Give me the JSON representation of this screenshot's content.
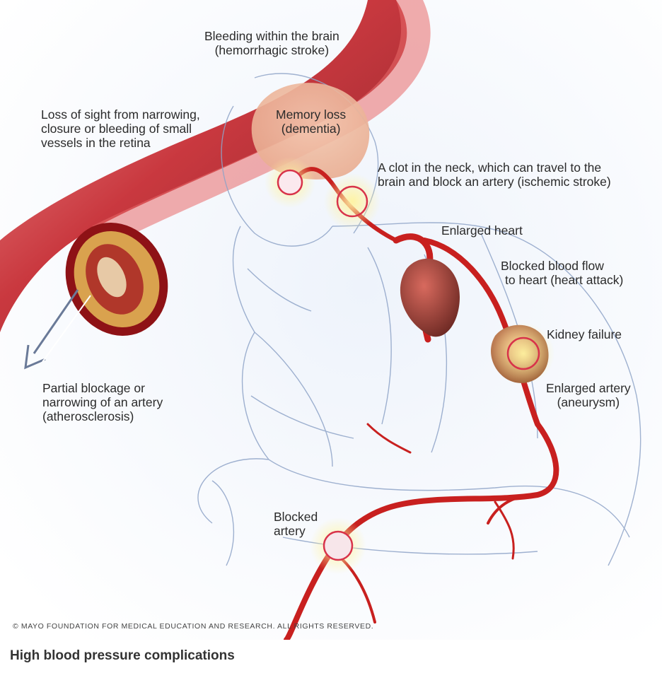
{
  "figure": {
    "labels": {
      "hemorrhagic": [
        "Bleeding within the brain",
        "(hemorrhagic stroke)"
      ],
      "sight": [
        "Loss of sight from narrowing,",
        "closure or bleeding of small",
        "vessels in the retina"
      ],
      "memory": [
        "Memory loss",
        "(dementia)"
      ],
      "clot": [
        "A clot in the neck, which can travel to the",
        "brain and block an artery (ischemic stroke)"
      ],
      "heart": [
        "Enlarged heart"
      ],
      "heart_attack": [
        "Blocked blood flow",
        "to heart (heart attack)"
      ],
      "kidney": [
        "Kidney failure"
      ],
      "aneurysm": [
        "Enlarged artery",
        "(aneurysm)"
      ],
      "atherosclerosis": [
        "Partial blockage or",
        "narrowing of an artery",
        "(atherosclerosis)"
      ],
      "blocked_artery": [
        "Blocked",
        "artery"
      ]
    },
    "credit": "© MAYO FOUNDATION FOR MEDICAL EDUCATION AND RESEARCH. ALL RIGHTS RESERVED.",
    "colors": {
      "artery": "#c8201f",
      "sketch": "#8fa4c8",
      "glow": "#fff1a8"
    }
  },
  "caption": "High blood pressure complications"
}
